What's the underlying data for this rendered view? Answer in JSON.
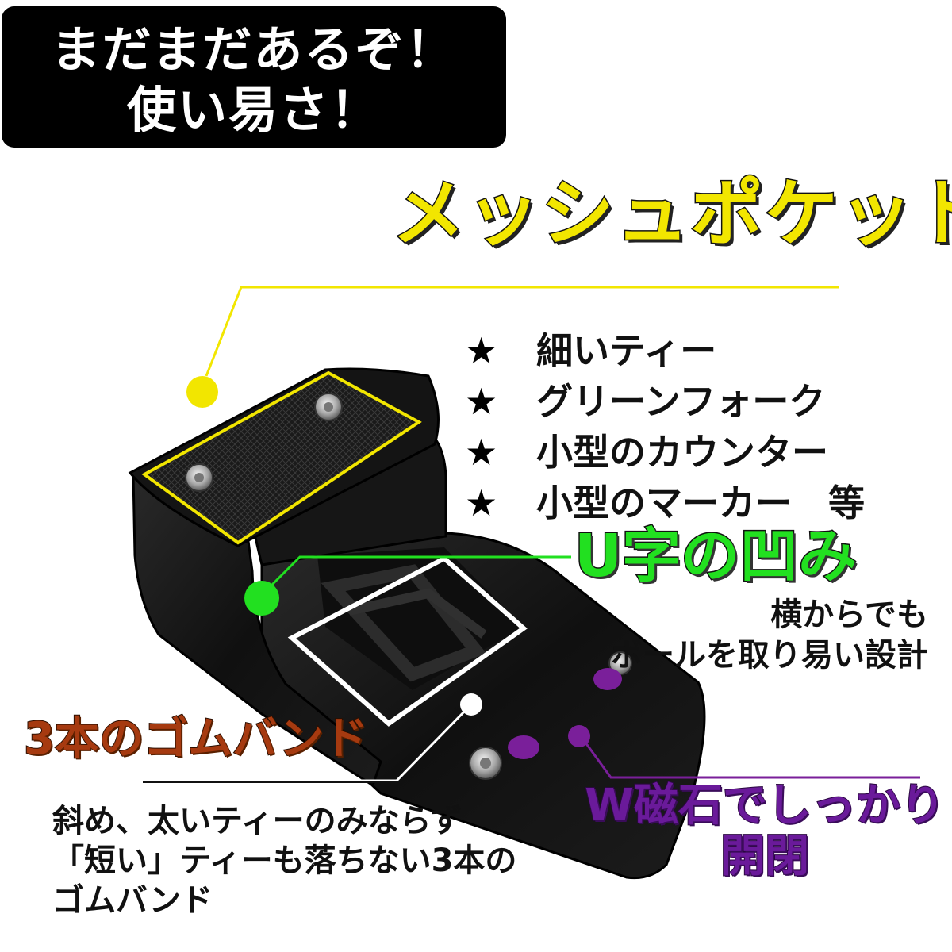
{
  "header": {
    "line1": "まだまだあるぞ！",
    "line2": "使い易さ！"
  },
  "mesh_pocket": {
    "title": "メッシュポケット",
    "items": [
      {
        "mark": "★",
        "text": "細いティー"
      },
      {
        "mark": "★",
        "text": "グリーンフォーク"
      },
      {
        "mark": "★",
        "text": "小型のカウンター"
      },
      {
        "mark": "★",
        "text": "小型のマーカー　等"
      }
    ]
  },
  "u_notch": {
    "title": "U字の凹み",
    "line1": "横からでも",
    "line2": "ボールを取り易い設計"
  },
  "rubber_bands": {
    "title": "3本のゴムバンド",
    "line1": "斜め、太いティーのみならず",
    "line2": "「短い」ティーも落ちない3本の",
    "line3": "ゴムバンド"
  },
  "magnet": {
    "line1": "W磁石でしっかり",
    "line2": "開閉"
  },
  "colors": {
    "header_bg": "#000000",
    "mesh_accent": "#f2e600",
    "u_accent": "#22e020",
    "band_accent": "#a63a10",
    "magnet_accent": "#6a1a9a"
  }
}
